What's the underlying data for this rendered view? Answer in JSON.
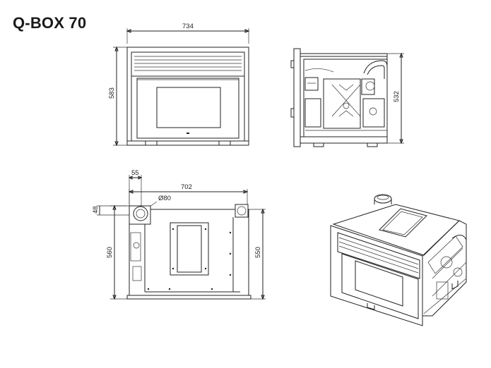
{
  "title": "Q-BOX 70",
  "dimensions": {
    "front_width": "734",
    "front_height": "583",
    "side_height": "532",
    "top_offset": "55",
    "top_width": "702",
    "flue_diameter": "Ø80",
    "top_depth_small": "48",
    "top_depth": "560",
    "top_depth_inner": "550"
  }
}
